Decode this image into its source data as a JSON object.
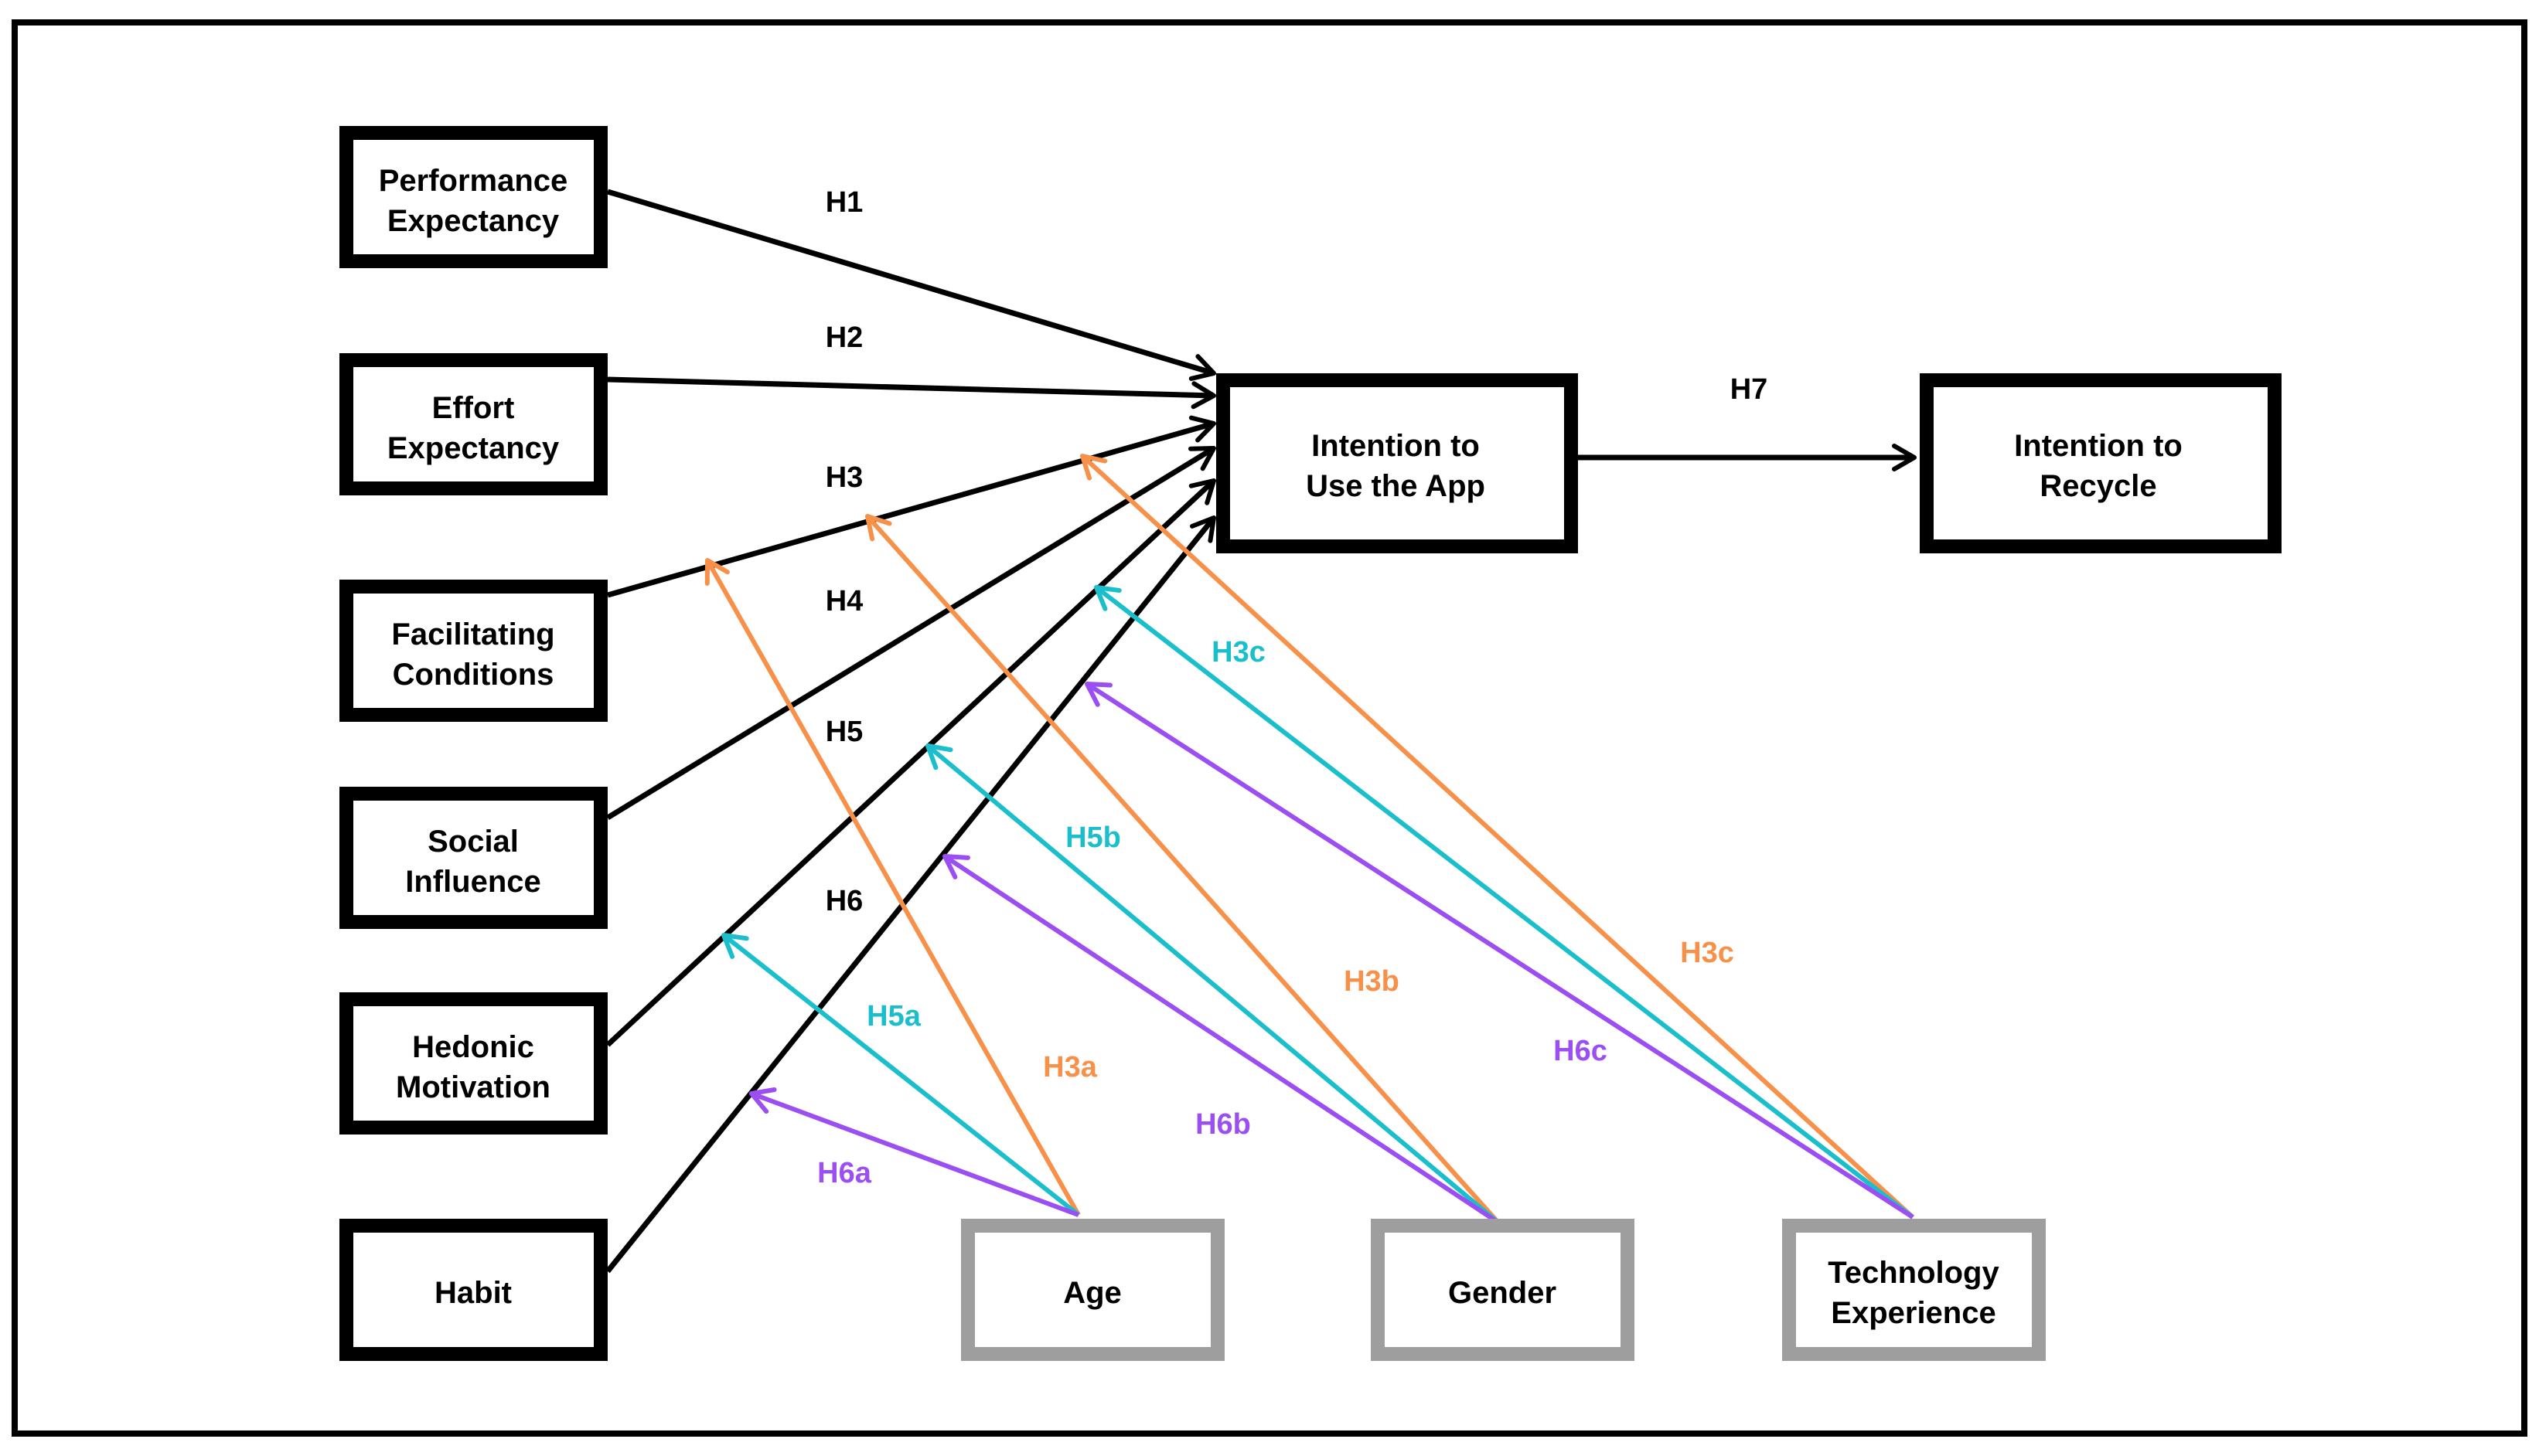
{
  "constructs": [
    {
      "id": "pe",
      "lines": [
        "Performance",
        "Expectancy"
      ]
    },
    {
      "id": "ee",
      "lines": [
        "Effort",
        "Expectancy"
      ]
    },
    {
      "id": "fc",
      "lines": [
        "Facilitating",
        "Conditions"
      ]
    },
    {
      "id": "si",
      "lines": [
        "Social",
        "Influence"
      ]
    },
    {
      "id": "hm",
      "lines": [
        "Hedonic",
        "Motivation"
      ]
    },
    {
      "id": "hb",
      "lines": [
        "Habit"
      ]
    }
  ],
  "outcomes": [
    {
      "id": "iua",
      "lines": [
        "Intention to",
        "Use the App"
      ]
    },
    {
      "id": "itr",
      "lines": [
        "Intention to",
        "Recycle"
      ]
    }
  ],
  "moderators": [
    {
      "id": "age",
      "lines": [
        "Age"
      ]
    },
    {
      "id": "gender",
      "lines": [
        "Gender"
      ]
    },
    {
      "id": "tech",
      "lines": [
        "Technology",
        "Experience"
      ]
    }
  ],
  "colors": {
    "main": "#000000",
    "moderator_border": "#9e9e9e",
    "orange": "#f7914a",
    "teal": "#1bbfcc",
    "purple": "#9b4ef2"
  },
  "hypotheses": [
    {
      "label": "H1",
      "from": "pe",
      "to": "iua",
      "color": "main"
    },
    {
      "label": "H2",
      "from": "ee",
      "to": "iua",
      "color": "main"
    },
    {
      "label": "H3",
      "from": "fc",
      "to": "iua",
      "color": "main"
    },
    {
      "label": "H4",
      "from": "si",
      "to": "iua",
      "color": "main"
    },
    {
      "label": "H5",
      "from": "hm",
      "to": "iua",
      "color": "main"
    },
    {
      "label": "H6",
      "from": "hb",
      "to": "iua",
      "color": "main"
    },
    {
      "label": "H7",
      "from": "iua",
      "to": "itr",
      "color": "main"
    },
    {
      "label": "H3a",
      "from": "age",
      "to": "H3",
      "color": "orange"
    },
    {
      "label": "H3b",
      "from": "gender",
      "to": "H3",
      "color": "orange"
    },
    {
      "label": "H3c",
      "from": "tech",
      "to": "H3",
      "color": "orange"
    },
    {
      "label": "H5a",
      "from": "age",
      "to": "H5",
      "color": "teal"
    },
    {
      "label": "H5b",
      "from": "gender",
      "to": "H5",
      "color": "teal"
    },
    {
      "label": "H3c",
      "from": "tech",
      "to": "H5",
      "color": "teal"
    },
    {
      "label": "H6a",
      "from": "age",
      "to": "H6",
      "color": "purple"
    },
    {
      "label": "H6b",
      "from": "gender",
      "to": "H6",
      "color": "purple"
    },
    {
      "label": "H6c",
      "from": "tech",
      "to": "H6",
      "color": "purple"
    }
  ]
}
